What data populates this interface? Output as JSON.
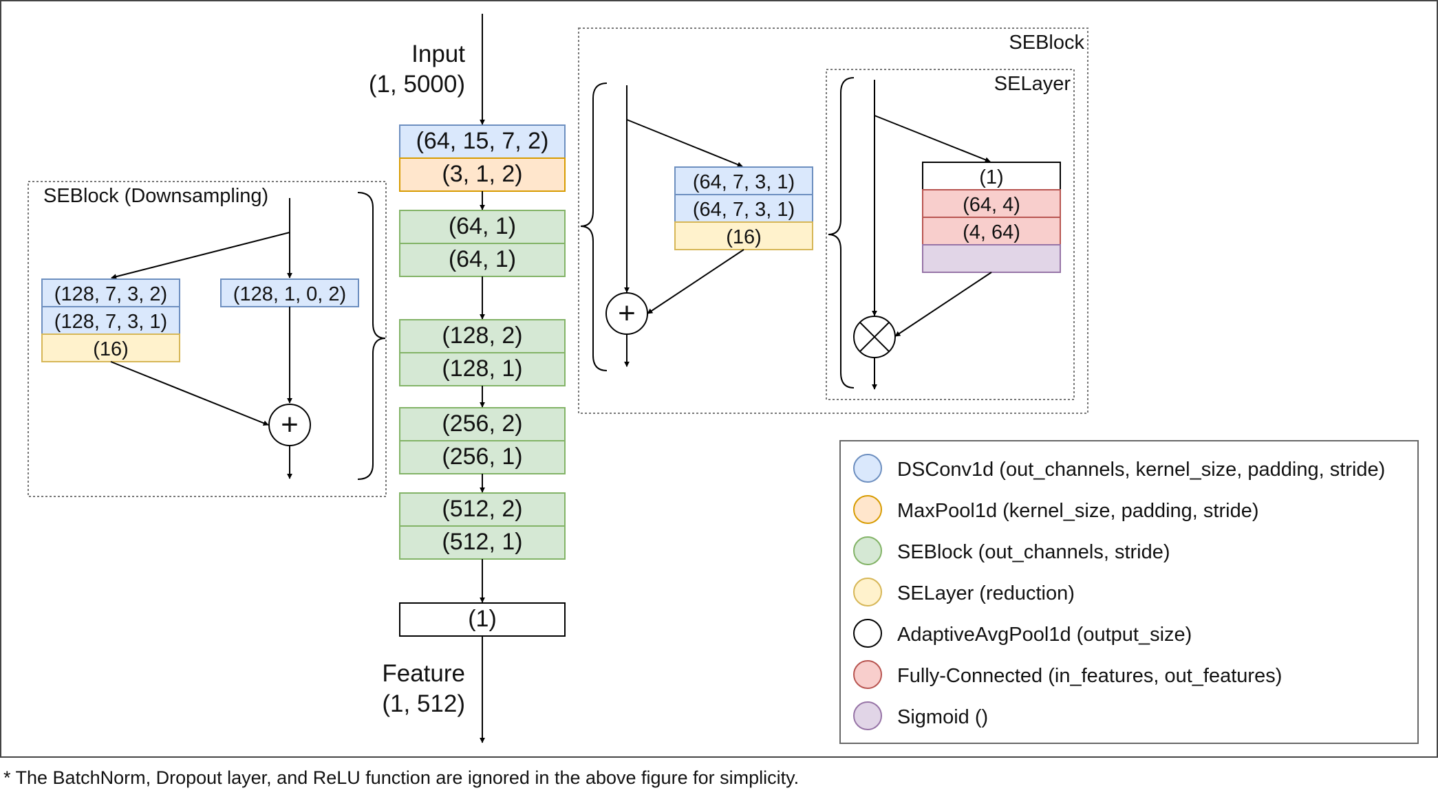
{
  "colors": {
    "dsconv": {
      "fill": "#dae8fc",
      "stroke": "#6c8ebf"
    },
    "maxpool": {
      "fill": "#ffe6cc",
      "stroke": "#d79b00"
    },
    "seblock": {
      "fill": "#d5e8d4",
      "stroke": "#82b366"
    },
    "selayer": {
      "fill": "#fff2cc",
      "stroke": "#d6b656"
    },
    "avgpool": {
      "fill": "#ffffff",
      "stroke": "#000000"
    },
    "fc": {
      "fill": "#f8cecc",
      "stroke": "#b85450"
    },
    "sigmoid": {
      "fill": "#e1d5e7",
      "stroke": "#9673a6"
    }
  },
  "main": {
    "input_label": "Input",
    "input_shape": "(1, 5000)",
    "dsconv": "(64, 15, 7, 2)",
    "maxpool": "(3, 1, 2)",
    "seblocks": [
      [
        "(64, 1)",
        "(64, 1)"
      ],
      [
        "(128, 2)",
        "(128, 1)"
      ],
      [
        "(256, 2)",
        "(256, 1)"
      ],
      [
        "(512, 2)",
        "(512, 1)"
      ]
    ],
    "avgpool": "(1)",
    "output_label": "Feature",
    "output_shape": "(1, 512)"
  },
  "seblock_downsampling": {
    "title": "SEBlock (Downsampling)",
    "left_branch": [
      "(128, 7, 3, 2)",
      "(128, 7, 3, 1)",
      "(16)"
    ],
    "right_branch": "(128, 1, 0, 2)",
    "add_symbol": "+"
  },
  "seblock": {
    "title": "SEBlock",
    "branch": [
      "(64, 7, 3, 1)",
      "(64, 7, 3, 1)",
      "(16)"
    ],
    "add_symbol": "+"
  },
  "selayer": {
    "title": "SELayer",
    "avgpool": "(1)",
    "fc1": "(64, 4)",
    "fc2": "(4, 64)",
    "sigmoid": ""
  },
  "legend": [
    {
      "key": "dsconv",
      "label": "DSConv1d (out_channels, kernel_size, padding, stride)"
    },
    {
      "key": "maxpool",
      "label": "MaxPool1d (kernel_size, padding, stride)"
    },
    {
      "key": "seblock",
      "label": "SEBlock (out_channels, stride)"
    },
    {
      "key": "selayer",
      "label": "SELayer (reduction)"
    },
    {
      "key": "avgpool",
      "label": "AdaptiveAvgPool1d (output_size)"
    },
    {
      "key": "fc",
      "label": "Fully-Connected (in_features, out_features)"
    },
    {
      "key": "sigmoid",
      "label": "Sigmoid ()"
    }
  ],
  "footnote": "* The BatchNorm, Dropout layer, and ReLU function are ignored in the above figure for simplicity."
}
